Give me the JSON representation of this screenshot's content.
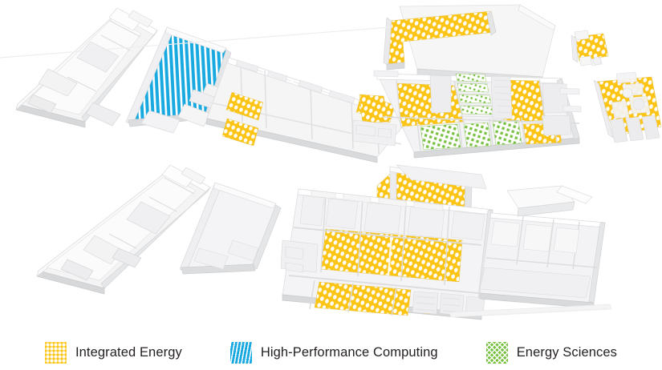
{
  "diagram": {
    "title": "Campus building program floor plans",
    "type": "isometric-floor-plan",
    "background_color": "#ffffff",
    "levels": [
      {
        "name": "upper-level",
        "description": "Upper isometric floor plan with long west wing, high-performance computing hall, central corridor bar, east research block and two detached outbuildings"
      },
      {
        "name": "lower-level",
        "description": "Lower isometric floor plan with long west wing, central laboratory block and east annex"
      }
    ],
    "structure_colors": {
      "floor": "#f2f2f3",
      "wall_light": "#fdfdfd",
      "wall_mid": "#e2e3e5",
      "wall_shadow": "#c9cbcd",
      "outline": "#d8d9db"
    }
  },
  "legend": {
    "items": [
      {
        "label": "Integrated Energy",
        "pattern": "dots",
        "color": "#fcc516",
        "swatch_icon": "dot-pattern-swatch"
      },
      {
        "label": "High-Performance Computing",
        "pattern": "vertical-stripes",
        "color": "#17a9e0",
        "swatch_icon": "stripe-pattern-swatch"
      },
      {
        "label": "Energy Sciences",
        "pattern": "crosshatch",
        "color": "#79c143",
        "swatch_icon": "crosshatch-pattern-swatch"
      }
    ]
  }
}
